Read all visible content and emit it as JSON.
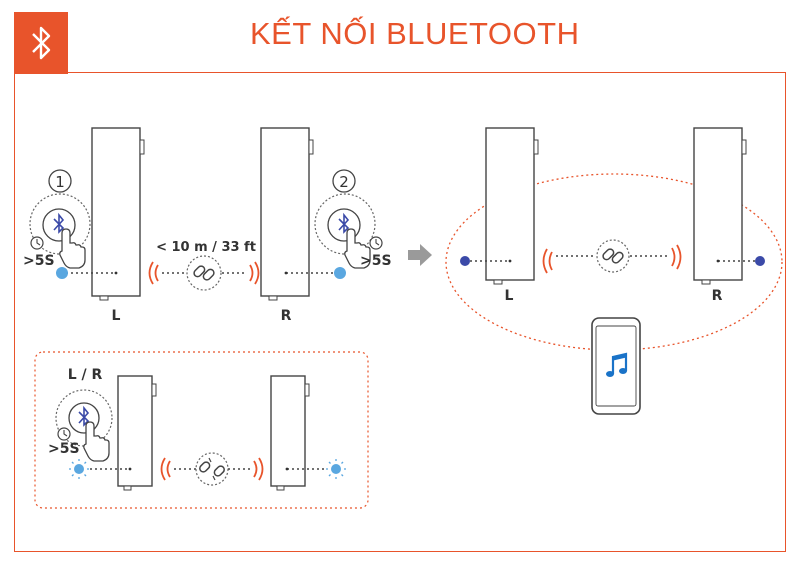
{
  "header": {
    "title": "KẾT NỐI BLUETOOTH",
    "icon": "bluetooth-icon"
  },
  "colors": {
    "accent": "#e8542b",
    "led_blue": "#5aa7e0",
    "led_dark": "#3b4aa8",
    "phone_note": "#1a73c8"
  },
  "step1": {
    "number": "1",
    "hold_time": ">5S",
    "speaker_label": "L"
  },
  "step2": {
    "number": "2",
    "hold_time": ">5S",
    "speaker_label": "R"
  },
  "distance": "< 10 m / 33 ft",
  "result": {
    "left_label": "L",
    "right_label": "R",
    "phone_icon": "music-note-icon"
  },
  "reset": {
    "label": "L / R",
    "hold_time": ">5S"
  }
}
